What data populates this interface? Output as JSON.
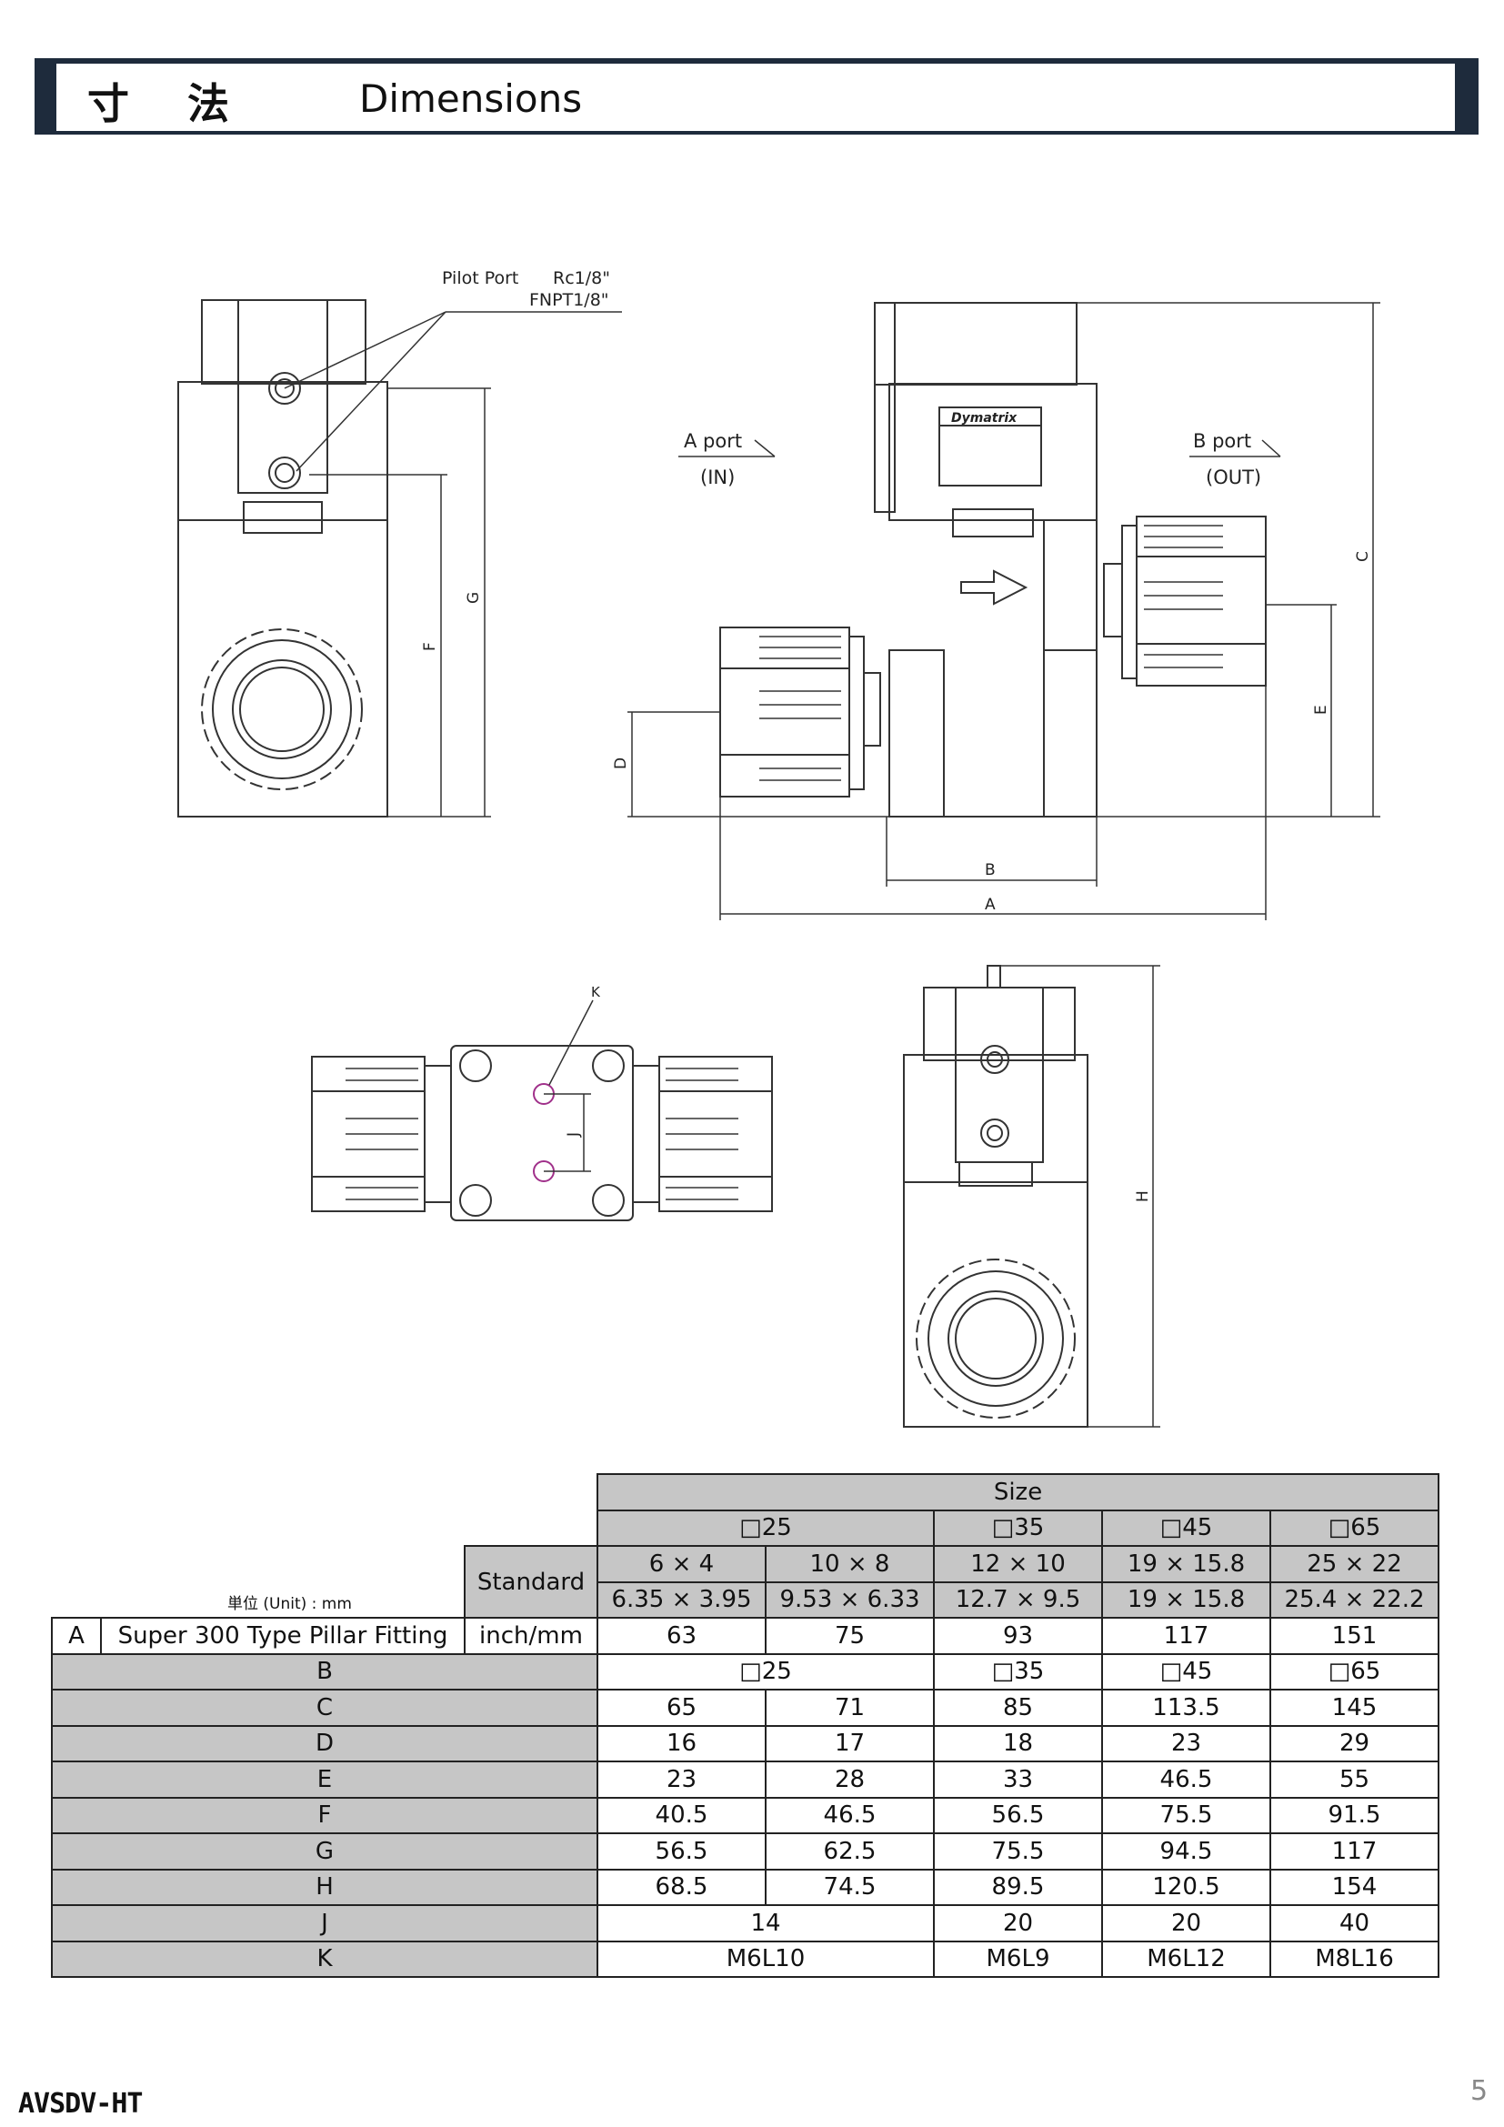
{
  "header": {
    "title_jp": "寸 法",
    "title_en": "Dimensions"
  },
  "drawing": {
    "pilot_port_label": "Pilot Port",
    "pilot_port_rc": "Rc1/8\"",
    "pilot_port_fnpt": "FNPT1/8\"",
    "a_port": "A port",
    "a_port_sub": "(IN)",
    "b_port": "B port",
    "b_port_sub": "(OUT)",
    "brand": "Dymatrix",
    "dims": {
      "A": "A",
      "B": "B",
      "C": "C",
      "D": "D",
      "E": "E",
      "F": "F",
      "G": "G",
      "H": "H",
      "J": "J",
      "K": "K"
    }
  },
  "table": {
    "unit_label": "単位 (Unit) : mm",
    "size_header": "Size",
    "standard_label": "Standard",
    "size_groups": [
      "□25",
      "□35",
      "□45",
      "□65"
    ],
    "std_row1": [
      "6 × 4",
      "10 × 8",
      "12 × 10",
      "19 × 15.8",
      "25 × 22"
    ],
    "std_row2": [
      "6.35 × 3.95",
      "9.53 × 6.33",
      "12.7 × 9.5",
      "19 × 15.8",
      "25.4 × 22.2"
    ],
    "row_a": {
      "letter": "A",
      "desc": "Super 300 Type Pillar Fitting",
      "unit": "inch/mm",
      "values": [
        "63",
        "75",
        "93",
        "117",
        "151"
      ]
    },
    "row_b": {
      "label": "B",
      "values": [
        "□25",
        "□35",
        "□45",
        "□65"
      ]
    },
    "rows5": [
      {
        "label": "C",
        "values": [
          "65",
          "71",
          "85",
          "113.5",
          "145"
        ]
      },
      {
        "label": "D",
        "values": [
          "16",
          "17",
          "18",
          "23",
          "29"
        ]
      },
      {
        "label": "E",
        "values": [
          "23",
          "28",
          "33",
          "46.5",
          "55"
        ]
      },
      {
        "label": "F",
        "values": [
          "40.5",
          "46.5",
          "56.5",
          "75.5",
          "91.5"
        ]
      },
      {
        "label": "G",
        "values": [
          "56.5",
          "62.5",
          "75.5",
          "94.5",
          "117"
        ]
      },
      {
        "label": "H",
        "values": [
          "68.5",
          "74.5",
          "89.5",
          "120.5",
          "154"
        ]
      }
    ],
    "row_j": {
      "label": "J",
      "values": [
        "14",
        "20",
        "20",
        "40"
      ]
    },
    "row_k": {
      "label": "K",
      "values": [
        "M6L10",
        "M6L9",
        "M6L12",
        "M8L16"
      ]
    }
  },
  "footer": {
    "product_code": "AVSDV-HT",
    "page_number": "5"
  }
}
